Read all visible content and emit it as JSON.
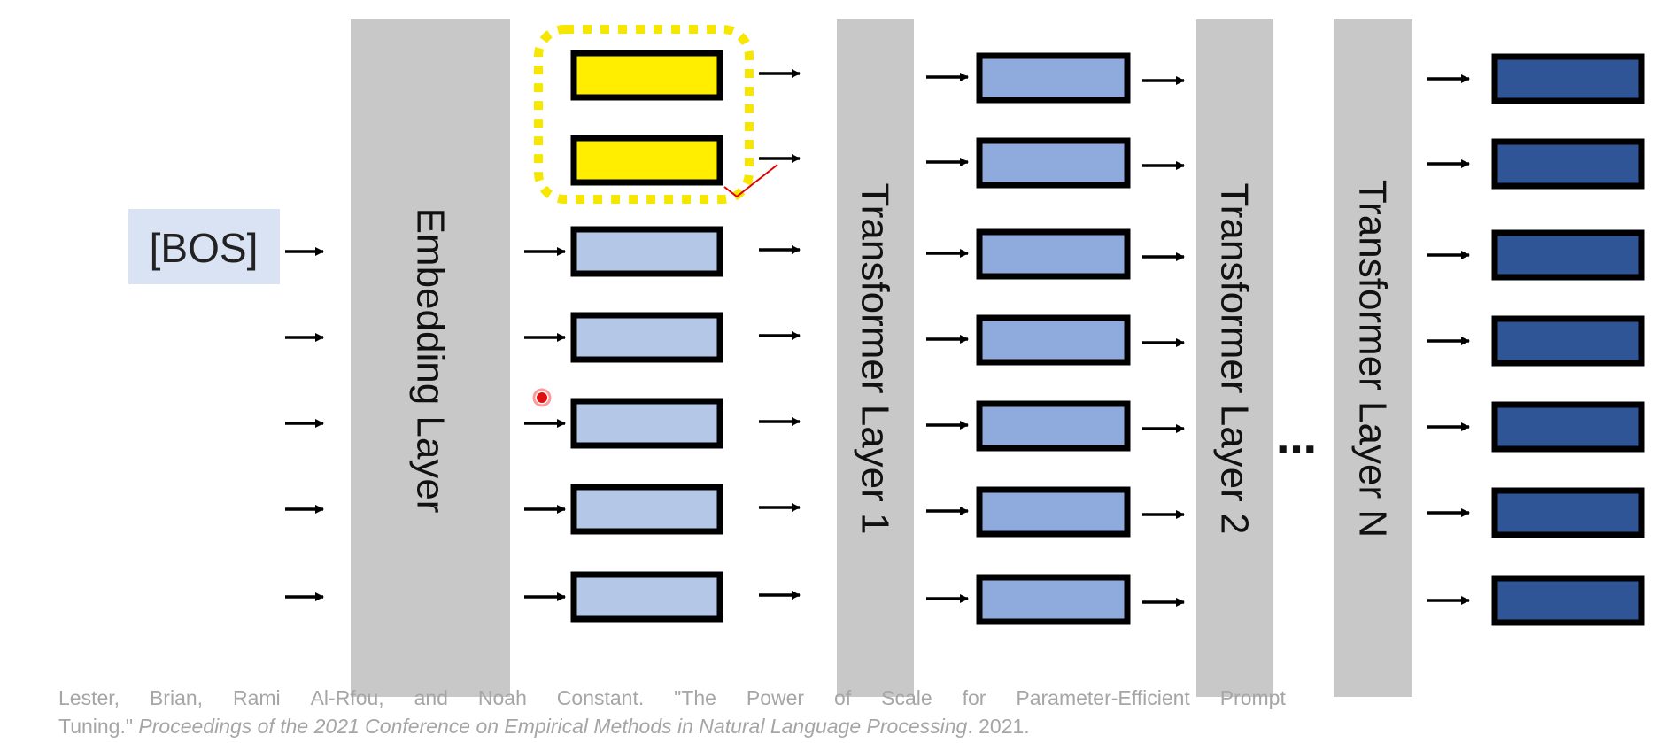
{
  "bos_label": "[BOS]",
  "layers": {
    "embedding": "Embedding Layer",
    "transformer_1": "Transformer Layer 1",
    "transformer_2": "Transformer Layer 2",
    "ellipsis": "…",
    "transformer_n": "Transformer Layer N"
  },
  "rows": {
    "prompt_count": 2,
    "token_count": 5
  },
  "colors": {
    "layer_gray": "#c8c8c8",
    "prompt_yellow": "#ffee00",
    "dotted_outline": "#f7e600",
    "embed_light_blue": "#b4c7e7",
    "hidden_blue": "#8faadc",
    "output_dark_blue": "#2f5597",
    "bos_background": "#dae3f3",
    "annotation_red": "#e00000",
    "citation_gray": "#a6a6a6"
  },
  "citation": {
    "words": [
      "Lester,",
      "Brian,",
      "Rami",
      "Al-Rfou,",
      "and",
      "Noah",
      "Constant.",
      "\"The",
      "Power",
      "of",
      "Scale",
      "for",
      "Parameter-Efficient",
      "Prompt"
    ],
    "line2_plain": "Tuning.\"",
    "venue": "Proceedings of the 2021 Conference on Empirical Methods in Natural Language Processing",
    "year": ". 2021."
  }
}
